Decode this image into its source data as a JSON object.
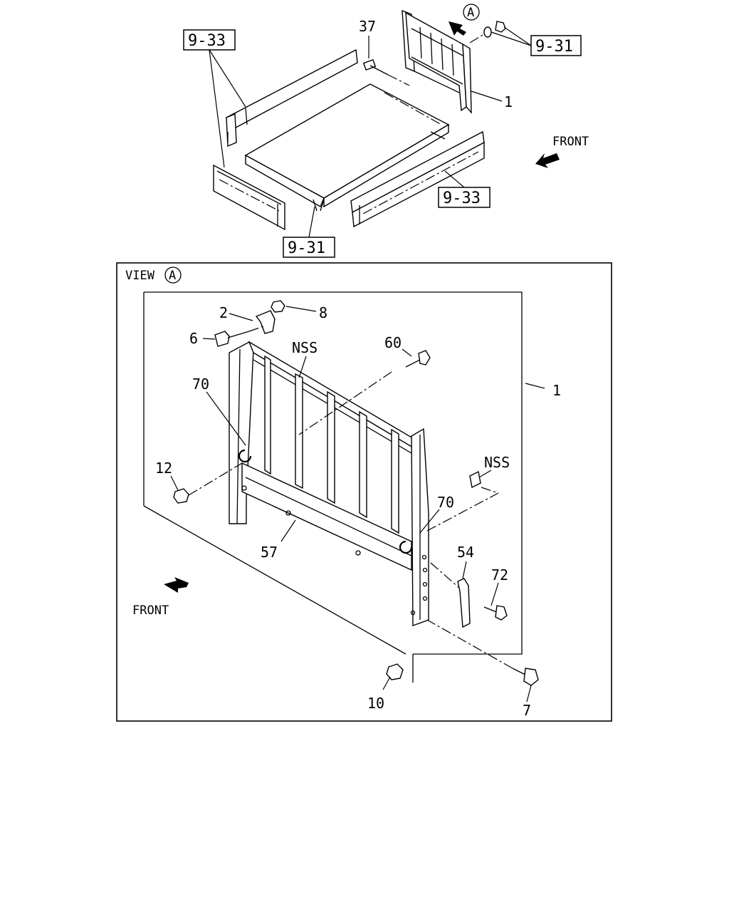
{
  "upper_view": {
    "ref_9_33_a": "9-33",
    "ref_9_33_b": "9-33",
    "ref_9_31_a": "9-31",
    "ref_9_31_b": "9-31",
    "part_37": "37",
    "part_1": "1",
    "view_marker": "A",
    "front_label": "FRONT"
  },
  "view_a": {
    "view_label": "VIEW",
    "view_marker": "A",
    "front_label": "FRONT",
    "parts": {
      "p2": "2",
      "p8": "8",
      "p6": "6",
      "p60": "60",
      "nss_top": "NSS",
      "p70_left": "70",
      "p1": "1",
      "p12": "12",
      "nss_right": "NSS",
      "p70_right": "70",
      "p57": "57",
      "p54": "54",
      "p72": "72",
      "p10": "10",
      "p7": "7"
    }
  }
}
